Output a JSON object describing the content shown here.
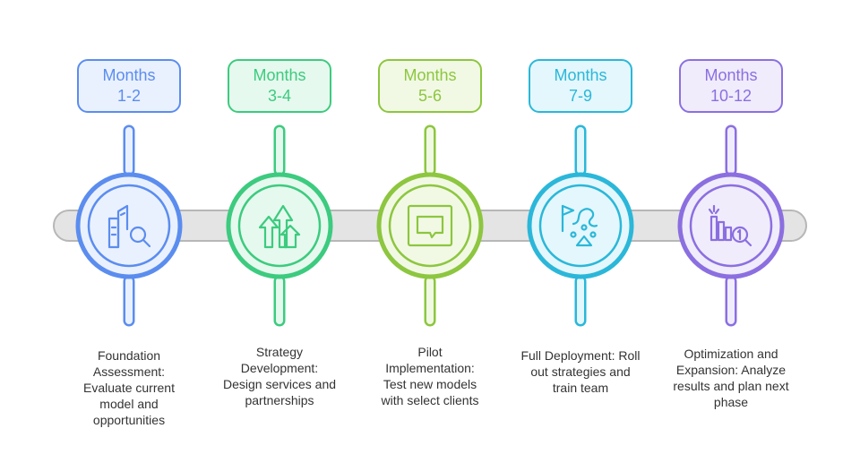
{
  "timeline": {
    "stages": [
      {
        "month_word": "Months",
        "range": "1-2",
        "description": "Foundation\nAssessment:\nEvaluate current\nmodel and\nopportunities",
        "icon": "building-search-icon",
        "color": "#5B8DEF",
        "fill": "#EAF1FE"
      },
      {
        "month_word": "Months",
        "range": "3-4",
        "description": "Strategy\nDevelopment:\nDesign services and\npartnerships",
        "icon": "growth-arrows-icon",
        "color": "#3CCB7F",
        "fill": "#E6F9EE"
      },
      {
        "month_word": "Months",
        "range": "5-6",
        "description": "Pilot\nImplementation:\nTest new models\nwith select clients",
        "icon": "chat-bubble-icon",
        "color": "#8DC63F",
        "fill": "#F1F9E4"
      },
      {
        "month_word": "Months",
        "range": "7-9",
        "description": "Full Deployment: Roll\nout strategies and\ntrain team",
        "icon": "flag-path-icon",
        "color": "#2BB7D9",
        "fill": "#E3F7FC"
      },
      {
        "month_word": "Months",
        "range": "10-12",
        "description": "Optimization and\nExpansion: Analyze\nresults and plan next\nphase",
        "icon": "chart-search-icon",
        "color": "#8B6FE0",
        "fill": "#F0ECFC"
      }
    ]
  }
}
